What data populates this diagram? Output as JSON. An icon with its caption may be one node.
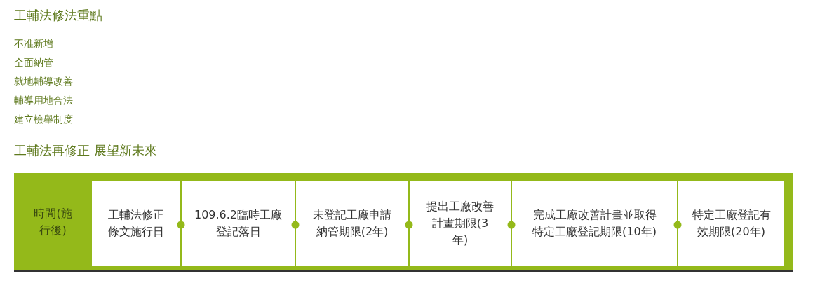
{
  "diagram": {
    "title": "工輔法修法重點",
    "nodes": [
      {
        "text": [
          "時間(施行後)"
        ]
      },
      {
        "text": [
          "工輔法修正條文施行日"
        ]
      },
      {
        "text": [
          "109.6.2臨時工廠登記落日"
        ]
      },
      {
        "text": [
          "未登記工廠申請納管期限(2年)"
        ]
      },
      {
        "text": [
          "提出工廠改善計畫期限(3年)"
        ]
      },
      {
        "text": [
          "完成工廠改善計畫並取得特定工廠登記期限(10年)"
        ]
      },
      {
        "text": [
          "特定工廠登記有效期限(20年)"
        ]
      }
    ],
    "labels": [
      "不准新增",
      "全面納管",
      "就地輔導改善",
      "輔導用地合法",
      "建立檢舉制度",
      "工輔法再修正 展望新未來"
    ]
  }
}
